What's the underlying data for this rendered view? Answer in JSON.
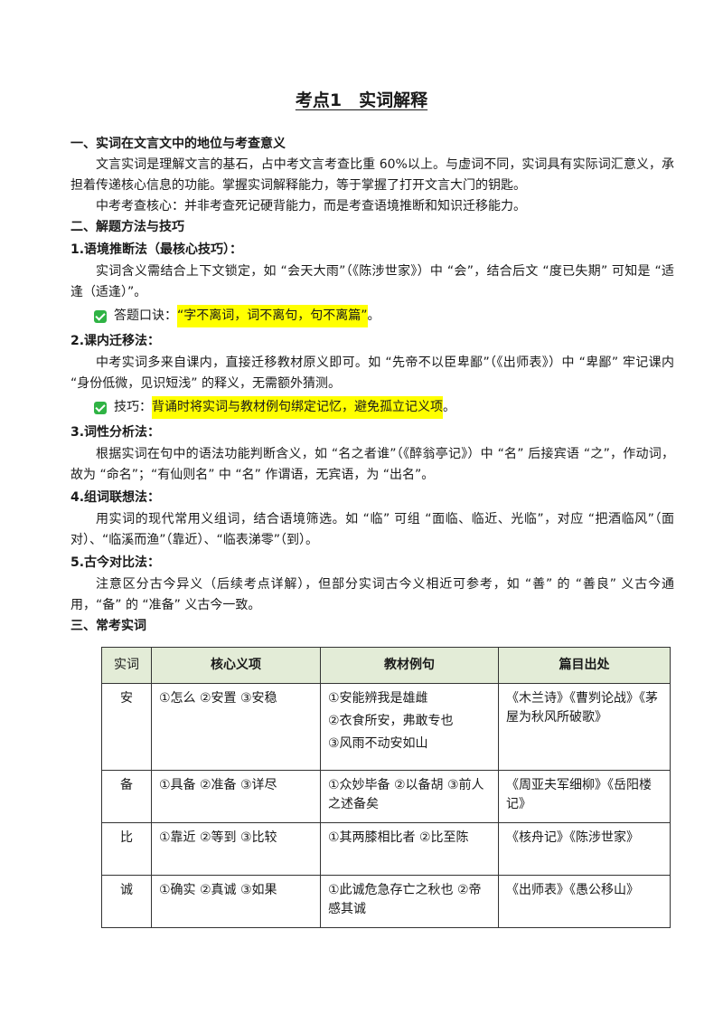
{
  "title": "考点1　实词解释",
  "sections": {
    "s1_heading": "一、实词在文言文中的地位与考查意义",
    "s1_p1": "文言实词是理解文言的基石，占中考文言考查比重 60%以上。与虚词不同，实词具有实际词汇意义，承担着传递核心信息的功能。掌握实词解释能力，等于掌握了打开文言大门的钥匙。",
    "s1_p2": "中考考查核心：并非考查死记硬背能力，而是考查语境推断和知识迁移能力。",
    "s2_heading": "二、解题方法与技巧",
    "m1_heading": "1.语境推断法（最核心技巧）：",
    "m1_p": "实词含义需结合上下文锁定，如 “会天大雨”（《陈涉世家》）中 “会”，结合后文 “度已失期” 可知是 “适逢（适逢）”。",
    "m1_tip_label": "答题口诀：",
    "m1_tip_text": "“字不离词，词不离句，句不离篇”",
    "m1_tip_end": "。",
    "m2_heading": "2.课内迁移法：",
    "m2_p": "中考实词多来自课内，直接迁移教材原义即可。如 “先帝不以臣卑鄙”（《出师表》）中 “卑鄙” 牢记课内 “身份低微，见识短浅” 的释义，无需额外猜测。",
    "m2_tip_label": "技巧：",
    "m2_tip_text": "背诵时将实词与教材例句绑定记忆，避免孤立记义项",
    "m2_tip_end": "。",
    "m3_heading": "3.词性分析法：",
    "m3_p": "根据实词在句中的语法功能判断含义，如 “名之者谁”（《醉翁亭记》）中 “名” 后接宾语 “之”，作动词，故为 “命名”；“有仙则名” 中 “名” 作谓语，无宾语，为 “出名”。",
    "m4_heading": "4.组词联想法：",
    "m4_p": "用实词的现代常用义组词，结合语境筛选。如 “临” 可组 “面临、临近、光临”，对应 “把酒临风”（面对）、“临溪而渔”（靠近）、“临表涕零”（到）。",
    "m5_heading": "5.古今对比法：",
    "m5_p": "注意区分古今异义（后续考点详解），但部分实词古今义相近可参考，如 “善” 的 “善良” 义古今通用，“备” 的 “准备” 义古今一致。",
    "s3_heading": "三、常考实词"
  },
  "table": {
    "headers": [
      "实词",
      "核心义项",
      "教材例句",
      "篇目出处"
    ],
    "rows": [
      {
        "word": "安",
        "meaning": "①怎么 ②安置 ③安稳",
        "examples": [
          "①安能辨我是雄雌",
          "②衣食所安，弗敢专也",
          "③风雨不动安如山"
        ],
        "source": "《木兰诗》《曹刿论战》《茅屋为秋风所破歌》"
      },
      {
        "word": "备",
        "meaning": "①具备 ②准备 ③详尽",
        "examples": [
          "①众妙毕备 ②以备胡 ③前人之述备矣"
        ],
        "source": "《周亚夫军细柳》《岳阳楼记》"
      },
      {
        "word": "比",
        "meaning": "①靠近 ②等到 ③比较",
        "examples": [
          "①其两膝相比者 ②比至陈"
        ],
        "source": "《核舟记》《陈涉世家》"
      },
      {
        "word": "诚",
        "meaning": "①确实 ②真诚 ③如果",
        "examples": [
          "①此诚危急存亡之秋也 ②帝感其诚"
        ],
        "source": "《出师表》《愚公移山》"
      }
    ]
  }
}
